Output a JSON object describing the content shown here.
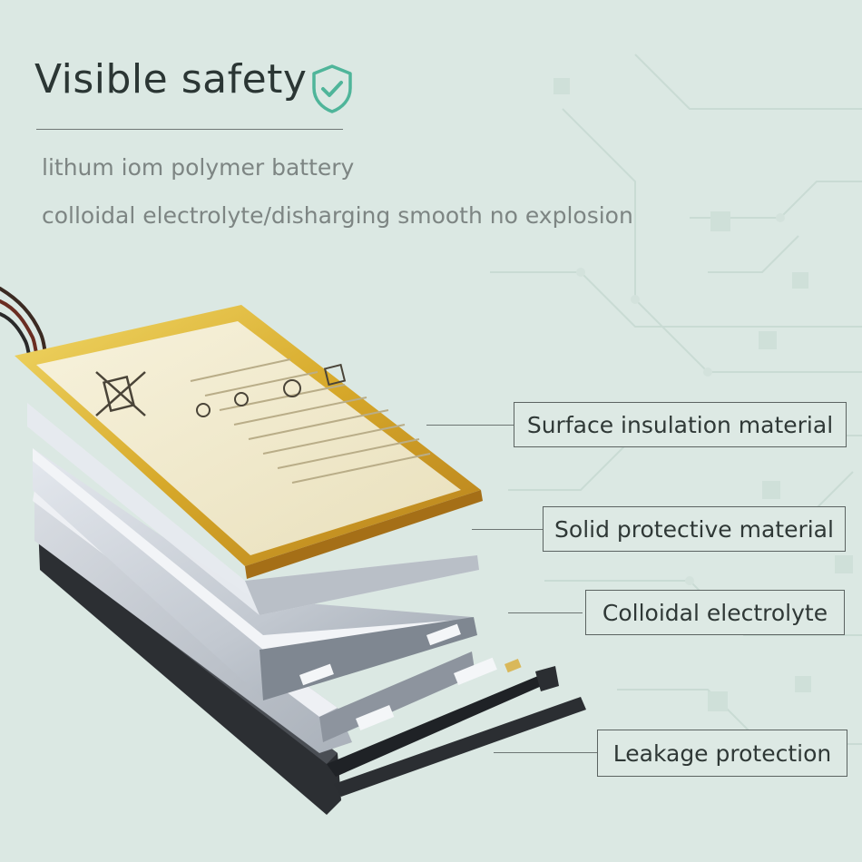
{
  "header": {
    "title": "Visible safety",
    "subtitle_line_1": "lithum iom polymer battery",
    "subtitle_line_2": "colloidal electrolyte/disharging smooth no explosion"
  },
  "icons": {
    "title_icon": "shield-check-icon",
    "shield_color": "#4fb59a"
  },
  "callouts": [
    {
      "label": "Surface insulation material"
    },
    {
      "label": "Solid protective material"
    },
    {
      "label": "Colloidal electrolyte"
    },
    {
      "label": "Leakage protection"
    }
  ],
  "colors": {
    "background": "#dbe8e3",
    "battery_yellow": "#e6c54a",
    "layer_silver": "#c7ccd3",
    "layer_dark": "#2c2f33"
  }
}
